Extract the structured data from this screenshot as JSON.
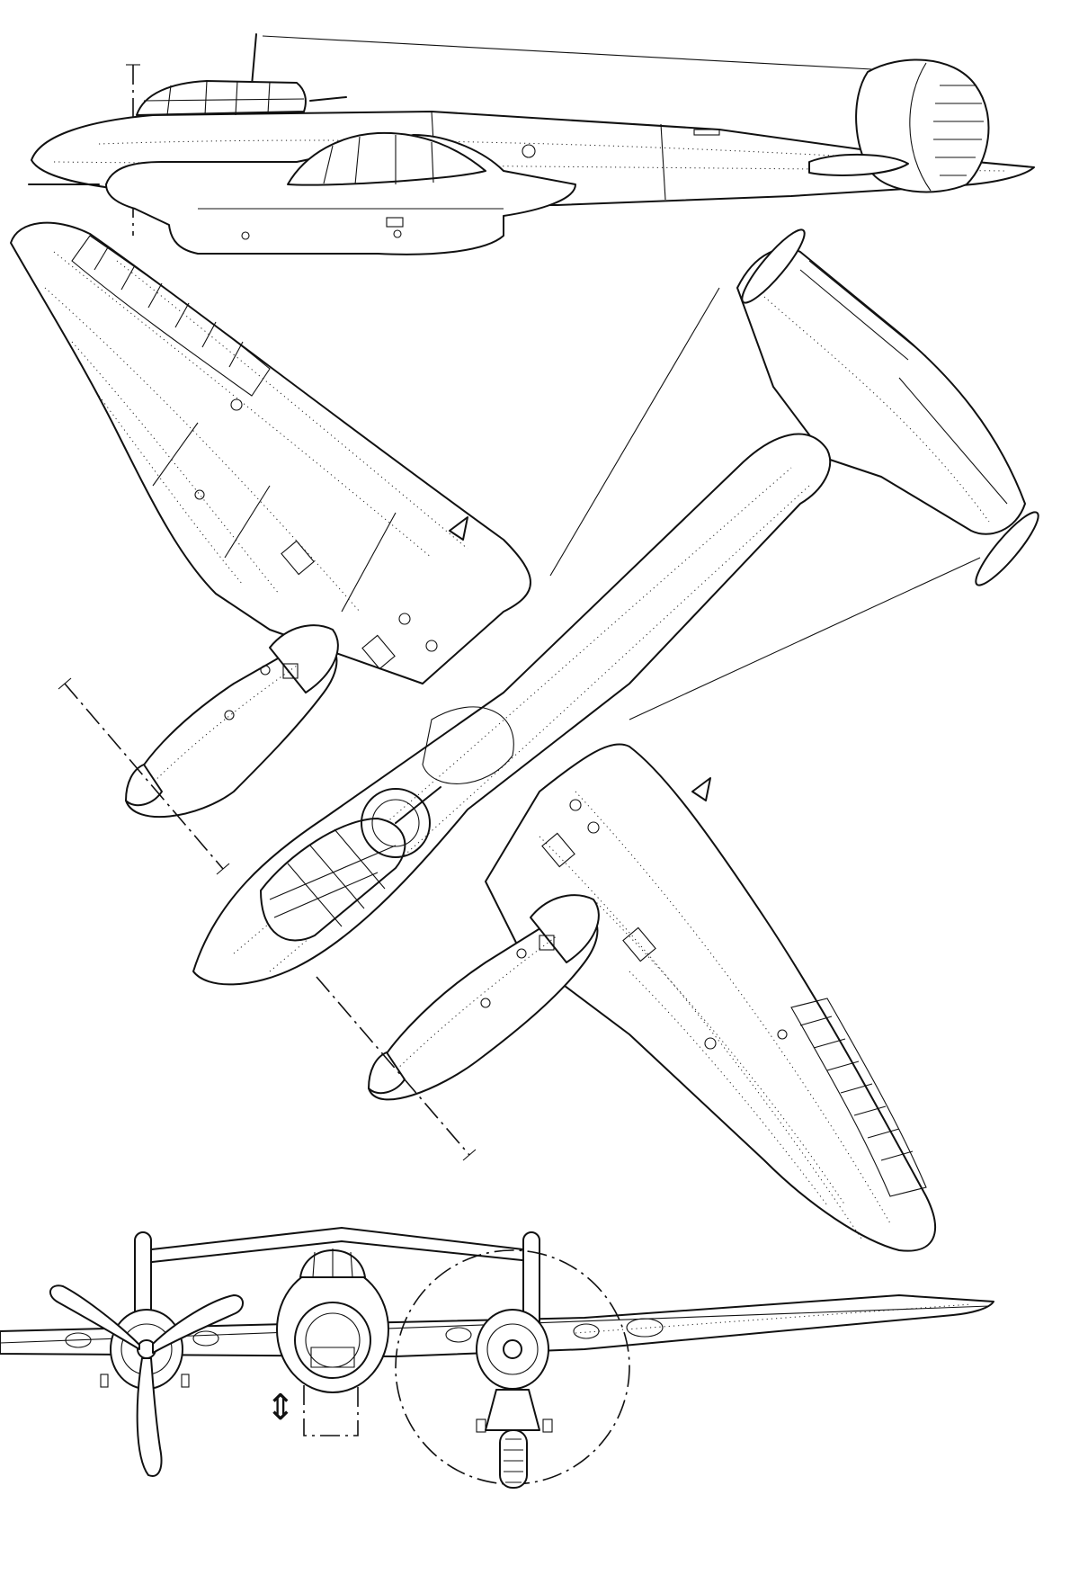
{
  "drawing": {
    "views": [
      {
        "id": "side",
        "label": ""
      },
      {
        "id": "plan",
        "label": ""
      },
      {
        "id": "front",
        "label": ""
      }
    ],
    "ink_color": "#111111",
    "paper_color": "#ffffff",
    "arrow_glyph": "⇕"
  }
}
